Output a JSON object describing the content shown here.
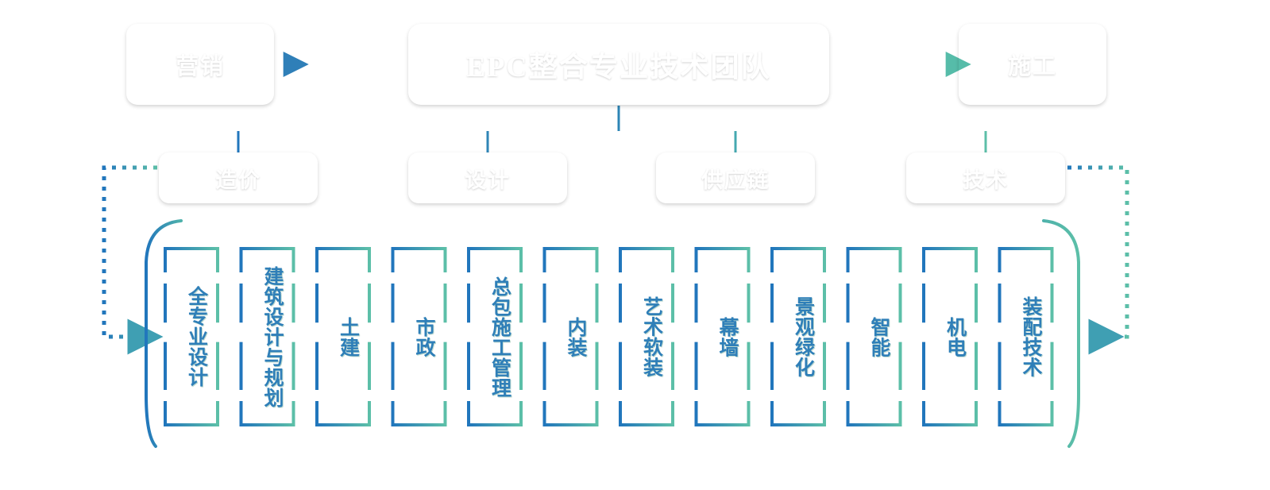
{
  "diagram": {
    "title": "EPC整合专业技术团队",
    "type": "organization-chart",
    "colors": {
      "gradient_start": "#1f6eb5",
      "gradient_end": "#5cbfa8",
      "text_on_node": "#ffffff",
      "leaf_text": "#2f7fb8",
      "background": "#ffffff"
    }
  },
  "root": {
    "label": "EPC整合专业技术团队"
  },
  "sides": [
    {
      "label": "营销",
      "position": "left",
      "arrow": "dashed-arrow-left"
    },
    {
      "label": "施工",
      "position": "right",
      "arrow": "dashed-arrow-right"
    }
  ],
  "departments": [
    {
      "label": "造价"
    },
    {
      "label": "设计"
    },
    {
      "label": "供应链"
    },
    {
      "label": "技术"
    }
  ],
  "leaves": [
    {
      "label": "全专业设计"
    },
    {
      "label": "建筑设计与规划"
    },
    {
      "label": "土建"
    },
    {
      "label": "市政"
    },
    {
      "label": "总包施工管理"
    },
    {
      "label": "内装"
    },
    {
      "label": "艺术软装"
    },
    {
      "label": "幕墙"
    },
    {
      "label": "景观绿化"
    },
    {
      "label": "智能"
    },
    {
      "label": "机电"
    },
    {
      "label": "装配技术"
    }
  ]
}
